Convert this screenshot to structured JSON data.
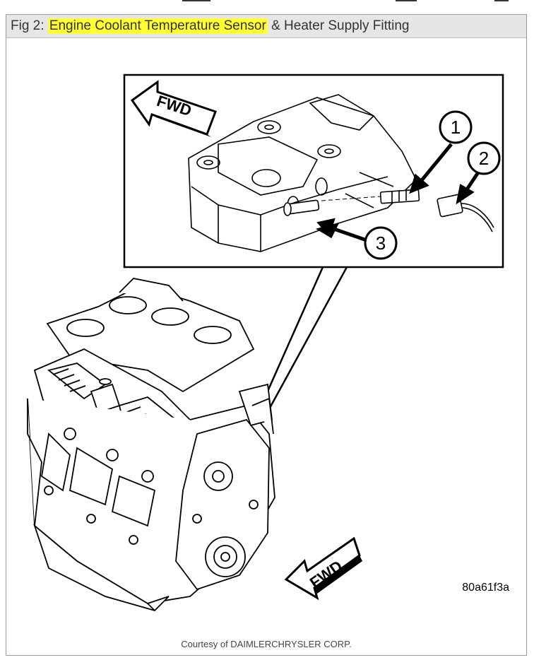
{
  "figure": {
    "fig_label": "Fig 2:",
    "title_highlight": "Engine Coolant Temperature Sensor",
    "title_rest": "& Heater Supply Fitting",
    "highlight_color": "#ffff33"
  },
  "diagram": {
    "fwd_label_inset": "FWD",
    "fwd_label_main": "FWD",
    "callouts": [
      "1",
      "2",
      "3"
    ],
    "part_code": "80a61f3a"
  },
  "caption": "Courtesy of DAIMLERCHRYSLER CORP."
}
